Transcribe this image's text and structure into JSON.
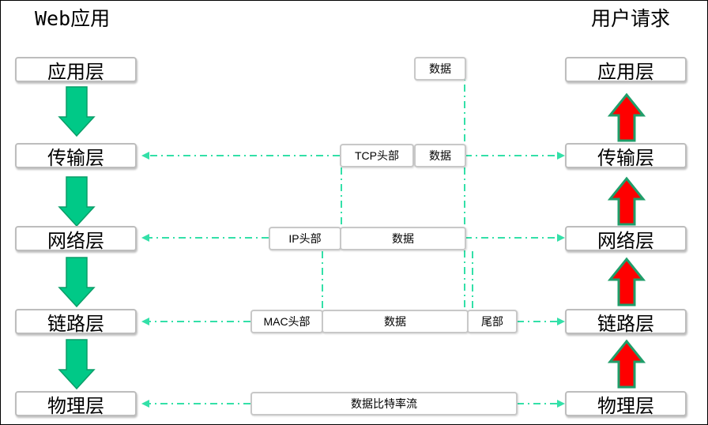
{
  "left_title": "Web应用",
  "right_title": "用户请求",
  "left_layers": [
    "应用层",
    "传输层",
    "网络层",
    "链路层",
    "物理层"
  ],
  "right_layers": [
    "应用层",
    "传输层",
    "网络层",
    "链路层",
    "物理层"
  ],
  "packets": {
    "application": {
      "data": "数据"
    },
    "transport": {
      "header": "TCP头部",
      "data": "数据"
    },
    "network": {
      "header": "IP头部",
      "data": "数据"
    },
    "link": {
      "header": "MAC头部",
      "data": "数据",
      "trailer": "尾部"
    },
    "physical": {
      "stream": "数据比特率流"
    }
  },
  "colors": {
    "down_arrow": "#00c987",
    "up_arrow_fill": "#ff0000",
    "up_arrow_border": "#1f9e6a",
    "dash_line": "#33e0a8",
    "box_border": "#bdbdbd"
  }
}
